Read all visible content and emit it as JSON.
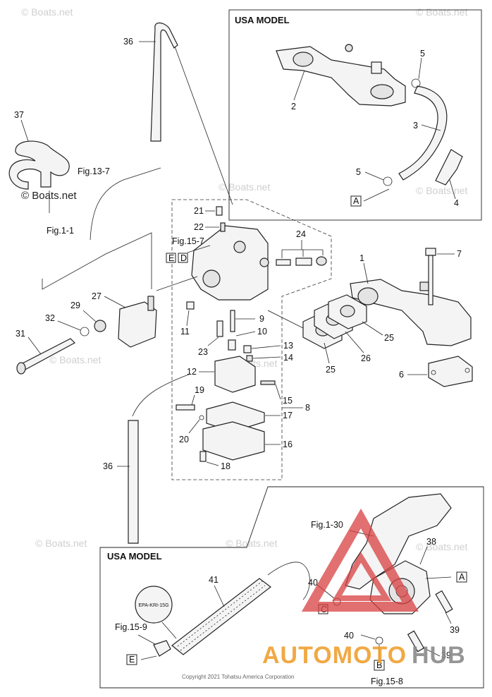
{
  "panel_titles": {
    "top": "USA MODEL",
    "bottom": "USA MODEL"
  },
  "watermarks": {
    "boats": "© Boats.net",
    "logo_word_orange": "AUTOMOTO",
    "logo_word_gray": "HUB"
  },
  "copyright": "Copyright 2021 Tohatsu America Corporation",
  "figure_refs": {
    "fig_13_7": "Fig.13-7",
    "fig_1_1": "Fig.1-1",
    "fig_15_7": "Fig.15-7",
    "fig_1_30": "Fig.1-30",
    "fig_15_9": "Fig.15-9",
    "fig_15_8": "Fig.15-8"
  },
  "letter_tags": {
    "a_top": "A",
    "a_bottom": "A",
    "b": "B",
    "c": "C",
    "d": "D",
    "e_left": "E",
    "e_bottom": "E"
  },
  "fuel_filter_label": "EPA-KRI-15G",
  "callouts": {
    "c1": "1",
    "c2": "2",
    "c3": "3",
    "c4": "4",
    "c5a": "5",
    "c5b": "5",
    "c6": "6",
    "c7": "7",
    "c8": "8",
    "c9": "9",
    "c10": "10",
    "c11": "11",
    "c12": "12",
    "c13": "13",
    "c14": "14",
    "c15": "15",
    "c16": "16",
    "c17": "17",
    "c18": "18",
    "c19": "19",
    "c20": "20",
    "c21": "21",
    "c22": "22",
    "c23": "23",
    "c24": "24",
    "c25a": "25",
    "c25b": "25",
    "c26": "26",
    "c27": "27",
    "c29": "29",
    "c31": "31",
    "c32": "32",
    "c36a": "36",
    "c36b": "36",
    "c37": "37",
    "c38": "38",
    "c39a": "39",
    "c39b": "39",
    "c40a": "40",
    "c40b": "40",
    "c41": "41"
  },
  "colors": {
    "logo_orange": "#f0a030",
    "logo_gray": "#8a8a8a",
    "logo_triangle": "#d84040"
  }
}
